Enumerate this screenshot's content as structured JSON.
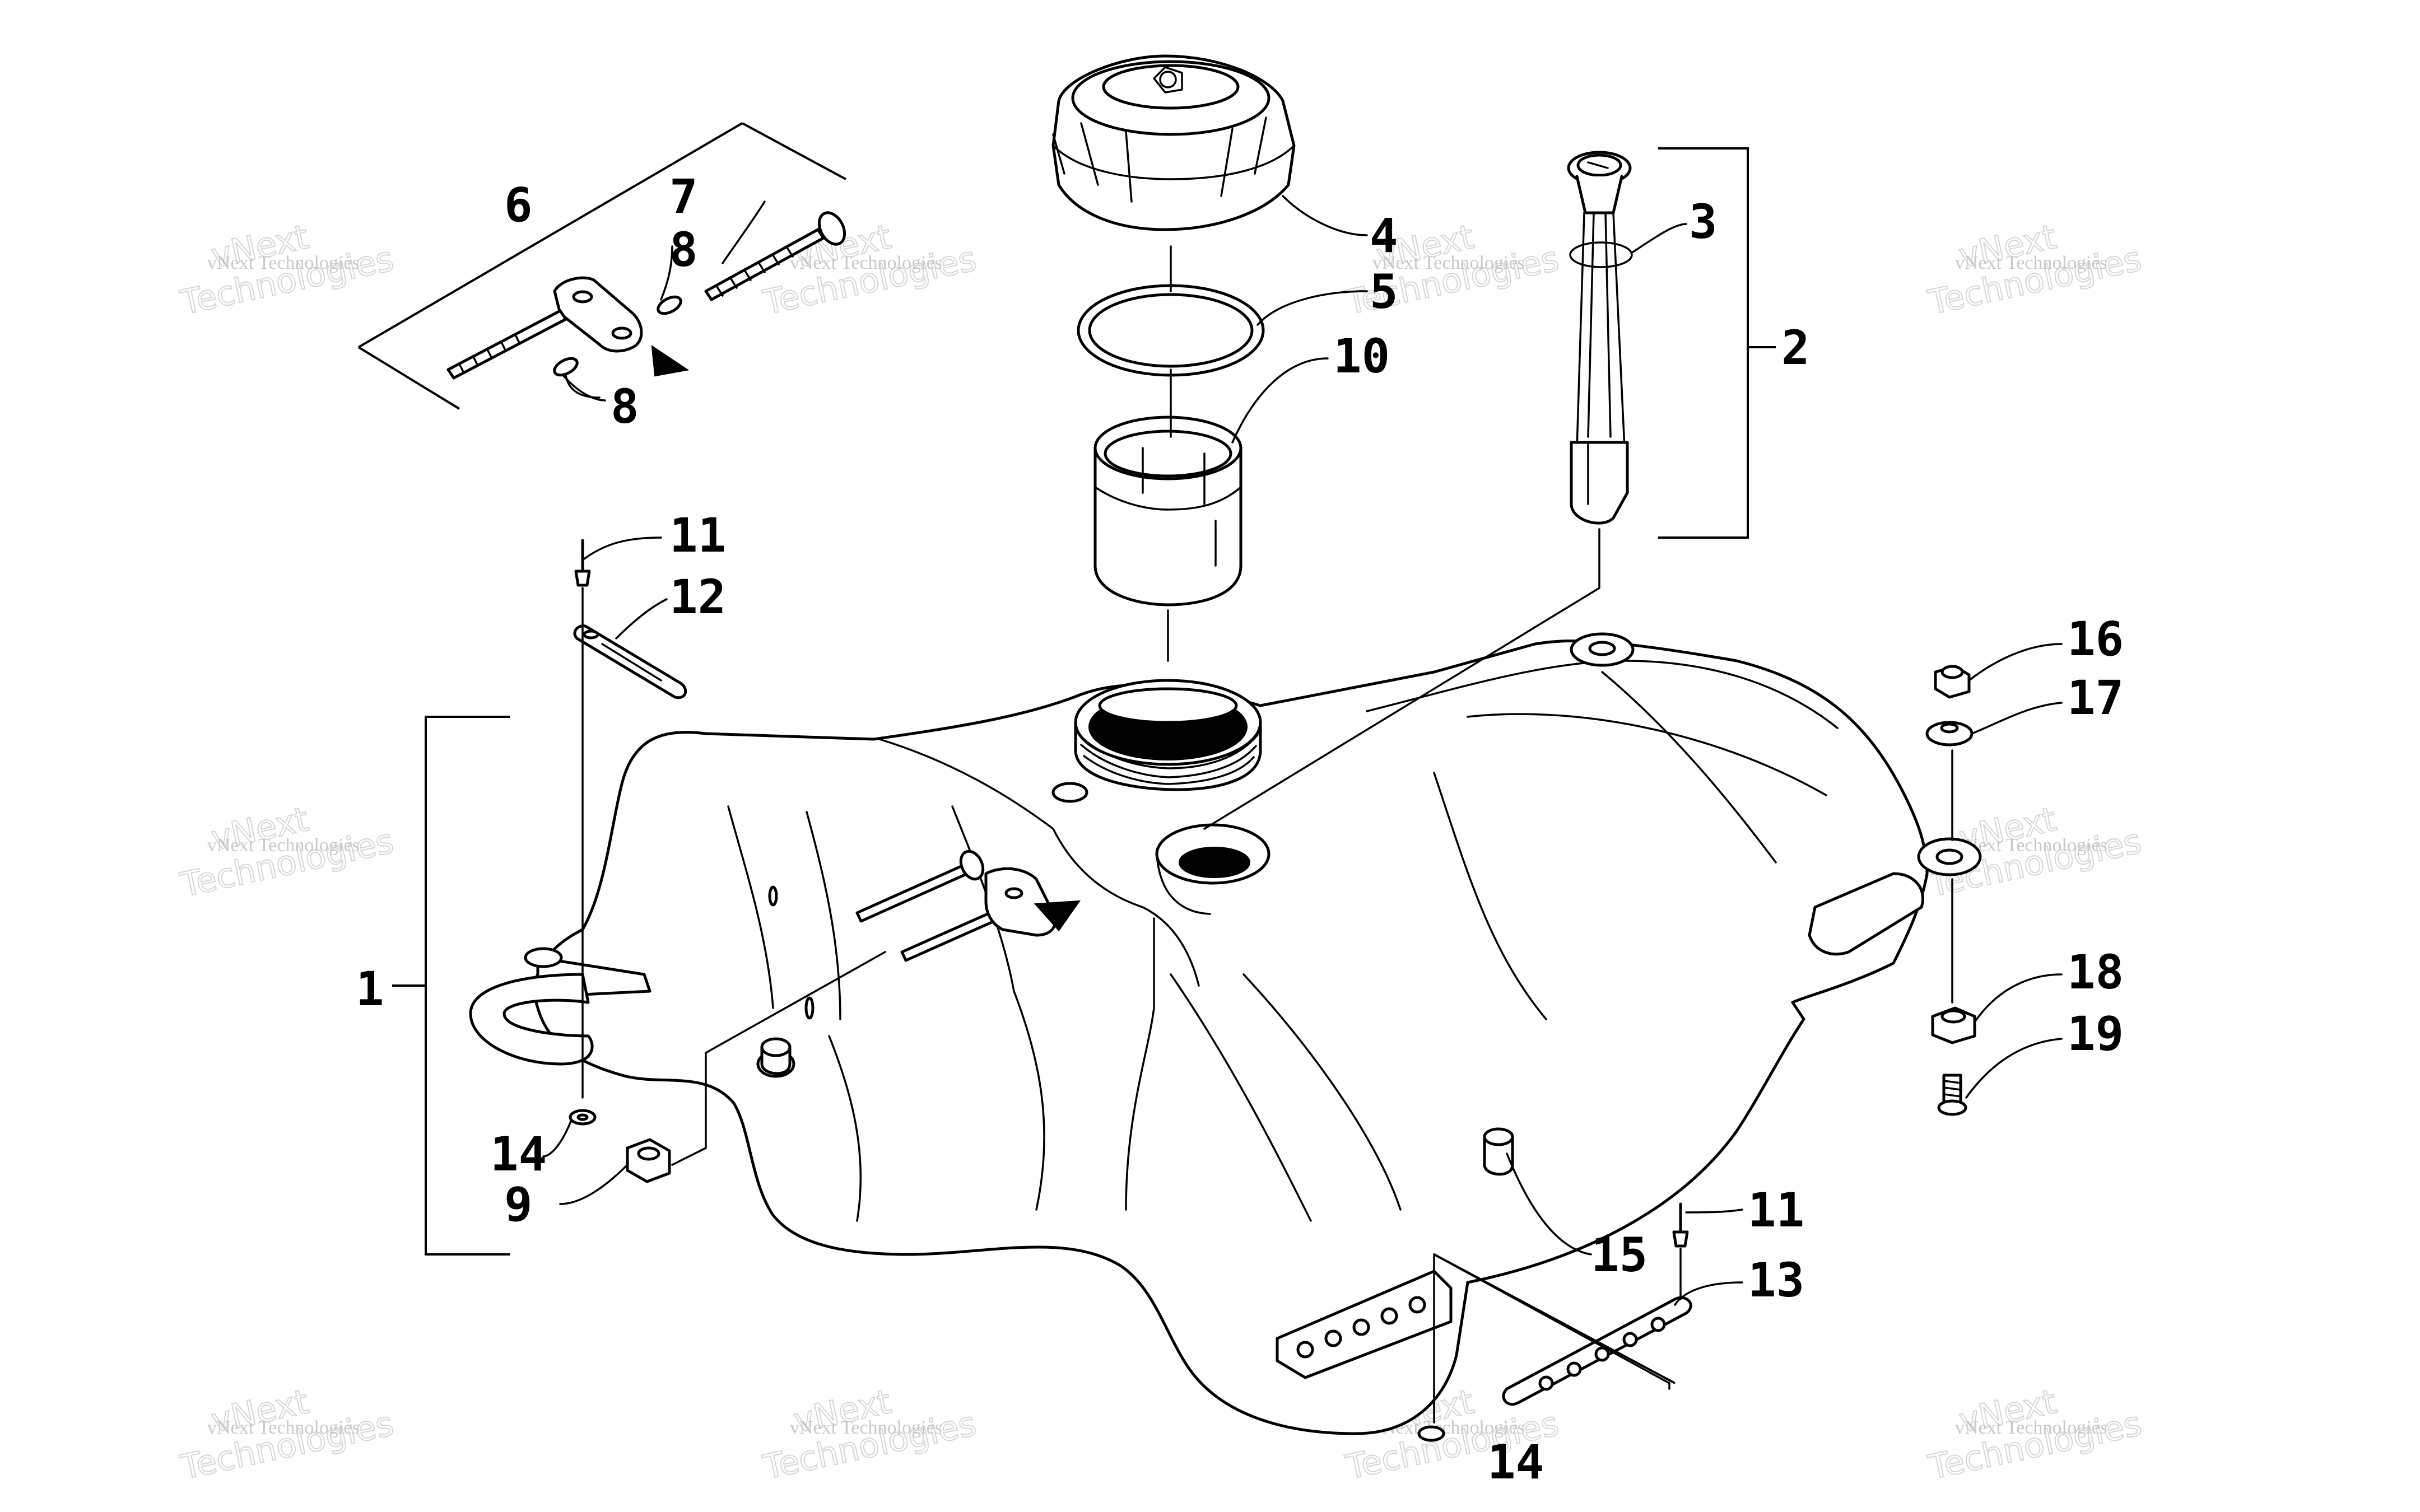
{
  "callouts": {
    "c1": "1",
    "c2": "2",
    "c3": "3",
    "c4": "4",
    "c5": "5",
    "c6": "6",
    "c7": "7",
    "c8a": "8",
    "c8b": "8",
    "c9": "9",
    "c10": "10",
    "c11a": "11",
    "c11b": "11",
    "c12": "12",
    "c13": "13",
    "c14a": "14",
    "c14b": "14",
    "c15": "15",
    "c16": "16",
    "c17": "17",
    "c18": "18",
    "c19": "19"
  },
  "watermark": {
    "text": "vNext Technologies",
    "big": "vNext",
    "big2": "Technologies"
  },
  "colors": {
    "ink": "#000000",
    "paper": "#ffffff",
    "watermark": "#c9c9c9"
  }
}
